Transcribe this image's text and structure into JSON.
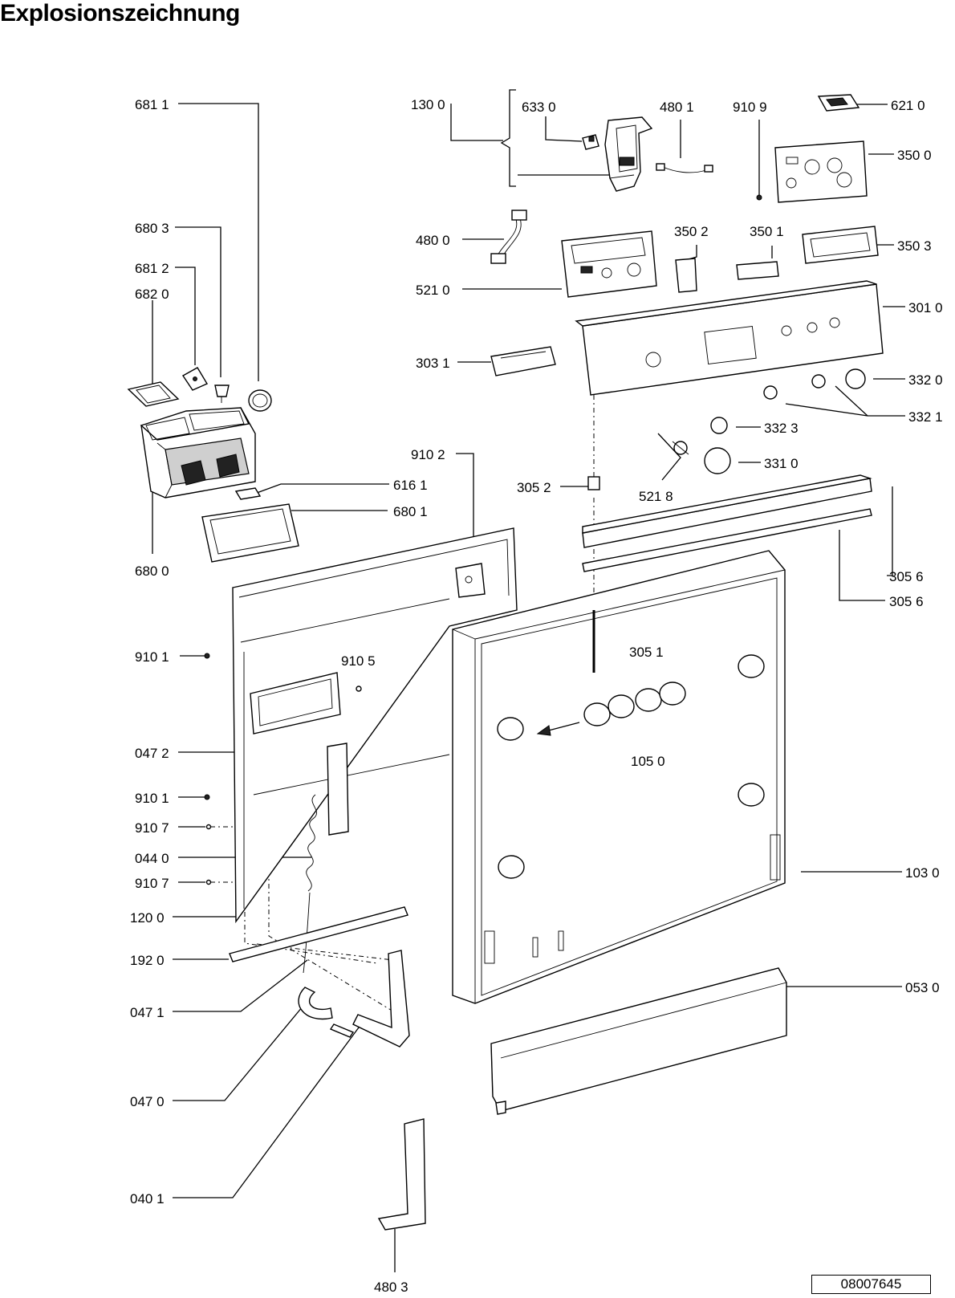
{
  "title": "Explosionszeichnung",
  "document_number": "08007645",
  "labels": {
    "l6811": "681 1",
    "l6803": "680 3",
    "l6812": "681 2",
    "l6820": "682 0",
    "l6161": "616 1",
    "l6801": "680 1",
    "l6800": "680 0",
    "l1300": "130 0",
    "l6330": "633 0",
    "l4801": "480 1",
    "l9109": "910 9",
    "l6210": "621 0",
    "l3500": "350 0",
    "l4800": "480 0",
    "l5210": "521 0",
    "l3502": "350 2",
    "l3501": "350 1",
    "l3503": "350 3",
    "l3010": "301 0",
    "l3031": "303 1",
    "l3320": "332 0",
    "l3321": "332 1",
    "l3323": "332 3",
    "l3310": "331 0",
    "l9102": "910 2",
    "l3052": "305 2",
    "l5218": "521 8",
    "l3056a": "305 6",
    "l3056b": "305 6",
    "l3051": "305  1",
    "l9101a": "910 1",
    "l9105": "910 5",
    "l1050": "105 0",
    "l0472": "047 2",
    "l9101b": "910 1",
    "l9107a": "910 7",
    "l0440": "044 0",
    "l9107b": "910 7",
    "l1030": "103 0",
    "l1200": "120 0",
    "l1920": "192 0",
    "l0530": "053 0",
    "l0471": "047 1",
    "l0470": "047 0",
    "l0401": "040 1",
    "l4803": "480 3"
  },
  "colors": {
    "ink": "#000000",
    "paper": "#ffffff"
  }
}
